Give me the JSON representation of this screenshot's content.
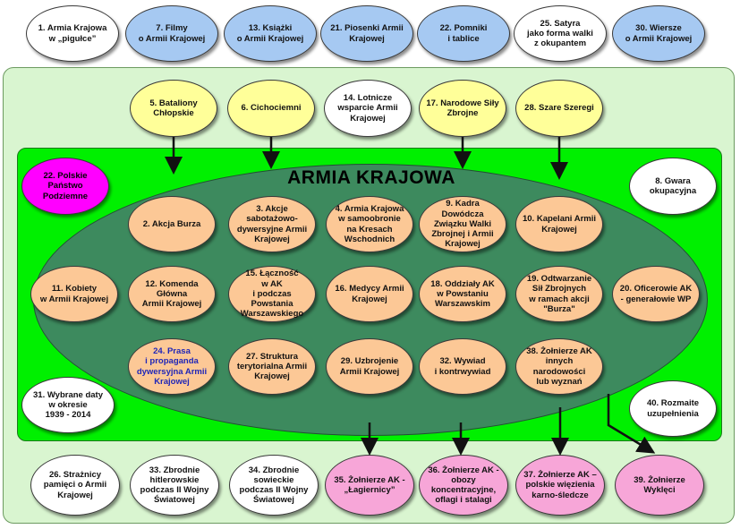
{
  "diagram": {
    "core_title": "ARMIA KRAJOWA",
    "colors": {
      "top_blue": "#a6c9f2",
      "white": "#ffffff",
      "yellow": "#ffff99",
      "orange": "#fcc896",
      "pink": "#f7a6d8",
      "magenta": "#ff00ff",
      "outer_panel": "#d9f5d0",
      "inner_panel": "#00f000",
      "core": "#3d8a5e"
    },
    "nodes": {
      "n1": "1. Armia Krajowa\nw „pigułce”",
      "n7": "7. Filmy\no Armii Krajowej",
      "n13": "13. Książki\no Armii Krajowej",
      "n21": "21. Piosenki Armii\nKrajowej",
      "n22": "22. Pomniki\ni tablice",
      "n25": "25. Satyra\njako forma walki\nz okupantem",
      "n30": "30. Wiersze\no Armii Krajowej",
      "n5": "5. Bataliony\nChłopskie",
      "n6": "6. Cichociemni",
      "n14": "14. Lotnicze\nwsparcie Armii\nKrajowej",
      "n17": "17. Narodowe Siły\nZbrojne",
      "n28": "28. Szare Szeregi",
      "n22pp": "22. Polskie\nPaństwo\nPodziemne",
      "n8": "8. Gwara\nokupacyjna",
      "n2": "2. Akcja Burza",
      "n3": "3. Akcje\nsabotażowo-\ndywersyjne Armii\nKrajowej",
      "n4": "4. Armia Krajowa\nw samoobronie\nna Kresach\nWschodnich",
      "n9": "9. Kadra\nDowódcza\nZwiązku Walki\nZbrojnej i Armii\nKrajowej",
      "n10": "10. Kapelani Armii\nKrajowej",
      "n11": "11. Kobiety\nw  Armii Krajowej",
      "n12": "12. Komenda\nGłówna\nArmii Krajowej",
      "n15": "15. Łączność\nw AK\ni podczas\nPowstania\nWarszawskiego",
      "n16": "16. Medycy Armii\nKrajowej",
      "n18": "18. Oddziały AK\nw Powstaniu\nWarszawskim",
      "n19": "19. Odtwarzanie\nSił Zbrojnych\nw ramach akcji\n\"Burza\"",
      "n20": "20. Oficerowie AK\n- generałowie WP",
      "n24": "24. Prasa\ni propaganda\ndywersyjna  Armii\nKrajowej",
      "n27": "27. Struktura\nterytorialna Armii\nKrajowej",
      "n29": "29. Uzbrojenie\nArmii Krajowej",
      "n32": "32. Wywiad\ni kontrwywiad",
      "n38": "38. Żołnierze  AK\ninnych\nnarodowości\nlub wyznań",
      "n31": "31. Wybrane daty\nw okresie\n1939 - 2014",
      "n40": "40. Rozmaite\nuzupełnienia",
      "n26": "26. Strażnicy\npamięci o Armii\nKrajowej",
      "n33": "33. Zbrodnie\nhitlerowskie\npodczas II Wojny\nŚwiatowej",
      "n34": "34. Zbrodnie\nsowieckie\npodczas II Wojny\nŚwiatowej",
      "n35": "35. Żołnierze AK -\n„Łagiernicy”",
      "n36": "36. Żołnierze AK -\nobozy\nkoncentracyjne,\noflagi i stalagi",
      "n37": "37. Żołnierze AK –\npolskie więzienia\nkarno-śledcze",
      "n39": "39. Żołnierze\nWyklęci"
    }
  }
}
